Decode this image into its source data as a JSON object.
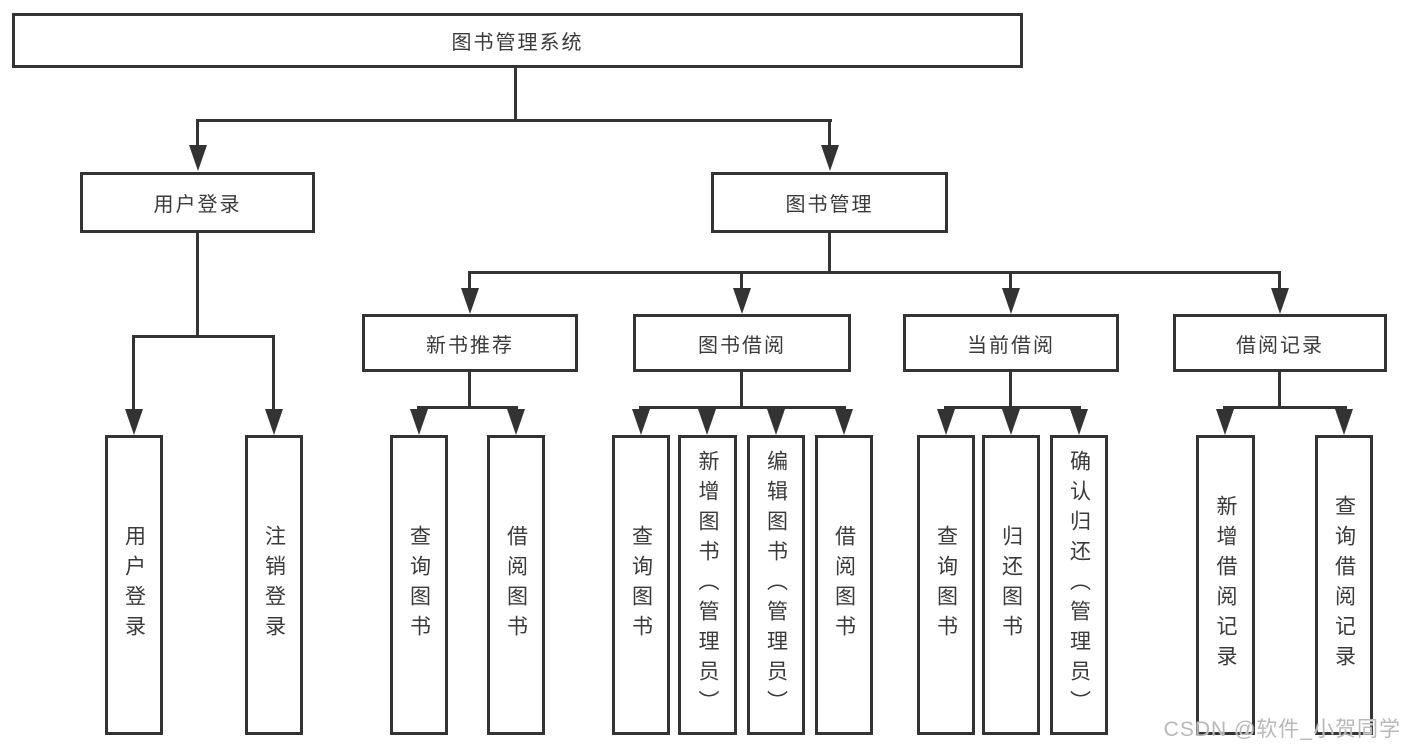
{
  "tree": {
    "label": "图书管理系统",
    "children": [
      {
        "label": "用户登录",
        "leaves": [
          {
            "label": "用户登录"
          },
          {
            "label": "注销登录"
          }
        ]
      },
      {
        "label": "图书管理",
        "children": [
          {
            "label": "新书推荐",
            "leaves": [
              {
                "label": "查询图书"
              },
              {
                "label": "借阅图书"
              }
            ]
          },
          {
            "label": "图书借阅",
            "leaves": [
              {
                "label": "查询图书"
              },
              {
                "label": "新增图书（管理员）"
              },
              {
                "label": "编辑图书（管理员）"
              },
              {
                "label": "借阅图书"
              }
            ]
          },
          {
            "label": "当前借阅",
            "leaves": [
              {
                "label": "查询图书"
              },
              {
                "label": "归还图书"
              },
              {
                "label": "确认归还（管理员）"
              }
            ]
          },
          {
            "label": "借阅记录",
            "leaves": [
              {
                "label": "新增借阅记录"
              },
              {
                "label": "查询借阅记录"
              }
            ]
          }
        ]
      }
    ]
  },
  "watermark": {
    "text": "CSDN @软件_小贺同学"
  },
  "colors": {
    "line": "#333333",
    "text": "#3a3a3a",
    "watermark": "#b8b8b8",
    "background": "#ffffff"
  }
}
